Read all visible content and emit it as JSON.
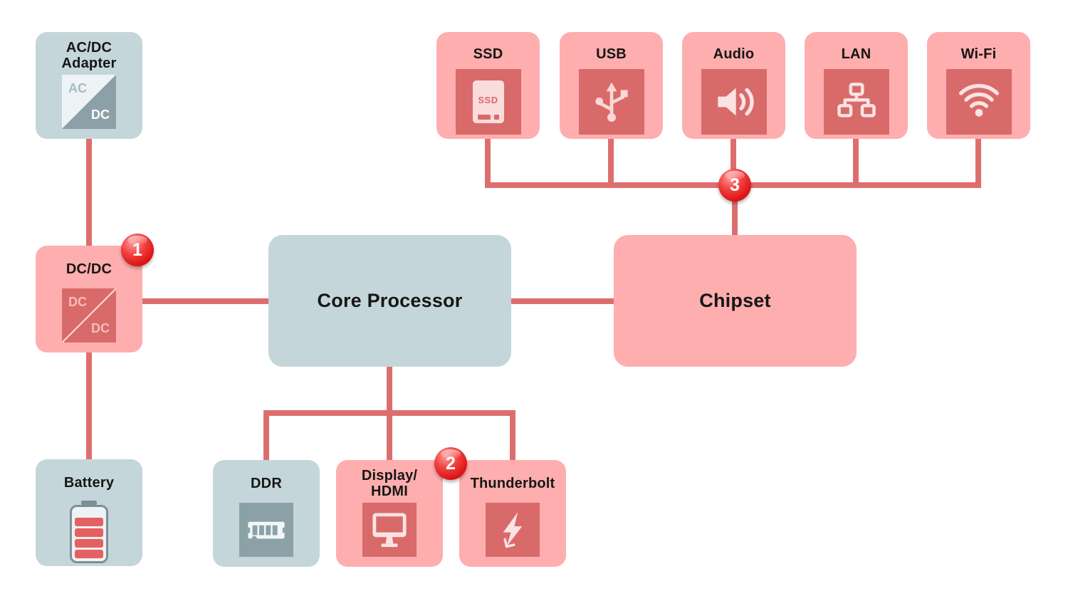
{
  "colors": {
    "blue_box": "#c5d6da",
    "pink_box": "#feaeae",
    "icon_tile_red": "#d96a6a",
    "icon_tile_gray": "#8ba1a7",
    "icon_glyph_light": "#fbe3e3",
    "connector_line": "#dd6e6e",
    "badge_red": "#dc1414",
    "label_text": "#161616"
  },
  "nodes": {
    "acdc": {
      "line1": "AC/DC",
      "line2": "Adapter",
      "icon": {
        "top": "AC",
        "bottom": "DC"
      }
    },
    "dcdc": {
      "label": "DC/DC",
      "icon": {
        "top": "DC",
        "bottom": "DC"
      }
    },
    "battery": {
      "label": "Battery"
    },
    "core": {
      "label": "Core Processor"
    },
    "chipset": {
      "label": "Chipset"
    },
    "ssd": {
      "label": "SSD",
      "icon_text": "SSD"
    },
    "usb": {
      "label": "USB"
    },
    "audio": {
      "label": "Audio"
    },
    "lan": {
      "label": "LAN"
    },
    "wifi": {
      "label": "Wi-Fi"
    },
    "ddr": {
      "label": "DDR"
    },
    "display": {
      "line1": "Display/",
      "line2": "HDMI"
    },
    "thunderbolt": {
      "label": "Thunderbolt"
    }
  },
  "badges": {
    "b1": "1",
    "b2": "2",
    "b3": "3"
  },
  "connections": [
    {
      "from": "AC/DC Adapter",
      "to": "DC/DC"
    },
    {
      "from": "DC/DC",
      "to": "Battery"
    },
    {
      "from": "DC/DC",
      "to": "Core Processor"
    },
    {
      "from": "Core Processor",
      "to": "Chipset"
    },
    {
      "from": "Core Processor",
      "to": "DDR"
    },
    {
      "from": "Core Processor",
      "to": "Display/HDMI"
    },
    {
      "from": "Core Processor",
      "to": "Thunderbolt"
    },
    {
      "from": "Chipset",
      "to": "SSD"
    },
    {
      "from": "Chipset",
      "to": "USB"
    },
    {
      "from": "Chipset",
      "to": "Audio"
    },
    {
      "from": "Chipset",
      "to": "LAN"
    },
    {
      "from": "Chipset",
      "to": "Wi-Fi"
    }
  ]
}
